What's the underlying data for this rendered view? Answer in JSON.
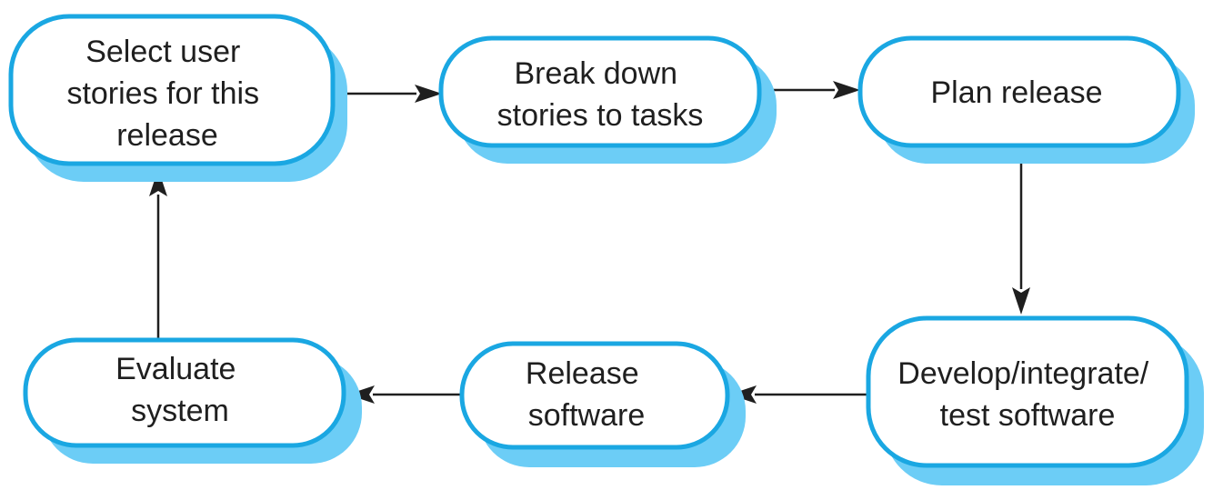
{
  "colors": {
    "box_border": "#1aa7e2",
    "box_shadow": "#6ccdf6",
    "box_fill": "#ffffff",
    "arrow": "#1f1f1f",
    "text": "#1f1f1f"
  },
  "nodes": {
    "select": {
      "lines": [
        "Select user",
        "stories for this",
        "release"
      ]
    },
    "breakdown": {
      "lines": [
        "Break down",
        "stories to tasks"
      ]
    },
    "plan": {
      "lines": [
        "Plan release"
      ]
    },
    "develop": {
      "lines": [
        "Develop/integrate/",
        "test software"
      ]
    },
    "release": {
      "lines": [
        "Release",
        "software"
      ]
    },
    "evaluate": {
      "lines": [
        "Evaluate",
        "system"
      ]
    }
  },
  "edges": [
    {
      "from": "select",
      "to": "breakdown"
    },
    {
      "from": "breakdown",
      "to": "plan"
    },
    {
      "from": "plan",
      "to": "develop"
    },
    {
      "from": "develop",
      "to": "release"
    },
    {
      "from": "release",
      "to": "evaluate"
    },
    {
      "from": "evaluate",
      "to": "select"
    }
  ]
}
